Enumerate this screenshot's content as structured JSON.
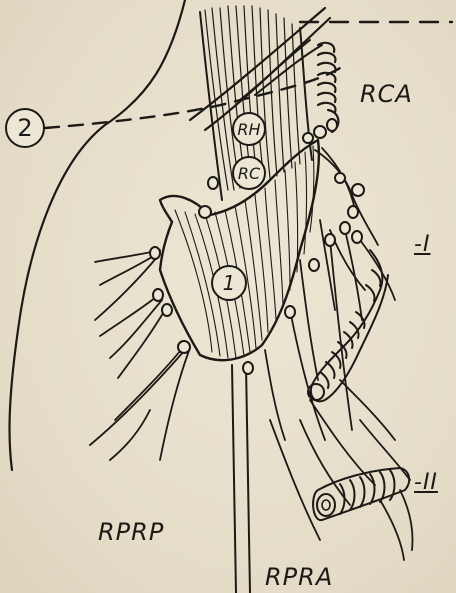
{
  "labels": {
    "rca": "RCA",
    "region_two": "2",
    "rh": "RH",
    "rc": "RC",
    "region_one": "1",
    "level_i": "-I",
    "level_ii": "-II",
    "rprp": "RPRP",
    "rpra": "RPRA"
  },
  "colors": {
    "ink": "#1c1a17",
    "paper": "#e7e0cd"
  }
}
